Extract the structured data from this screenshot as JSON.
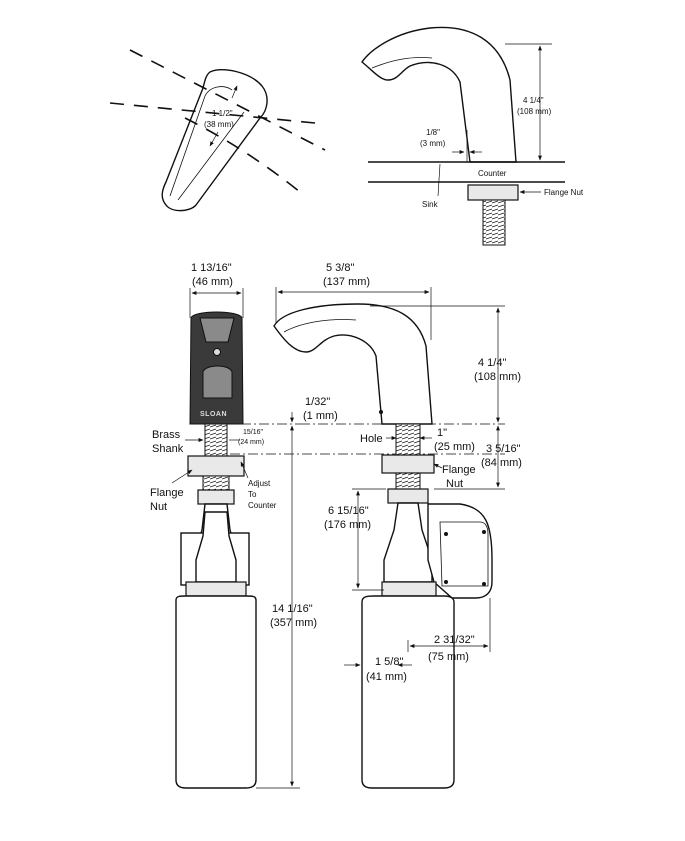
{
  "top_left": {
    "spray_dim": "1 1/2\"",
    "spray_dim_mm": "(38 mm)"
  },
  "top_right": {
    "height_dim": "4 1/4\"",
    "height_dim_mm": "(108 mm)",
    "gap_dim": "1/8\"",
    "gap_dim_mm": "(3 mm)",
    "counter_label": "Counter",
    "sink_label": "Sink",
    "flange_nut_label": "Flange Nut"
  },
  "front_view": {
    "width_dim": "1 13/16\"",
    "width_dim_mm": "(46 mm)",
    "brand": "SLOAN",
    "brass_label": "Brass",
    "shank_label": "Shank",
    "shank_dim": "15/16\"",
    "shank_dim_mm": "(24 mm)",
    "flange_label": "Flange",
    "nut_label": "Nut",
    "adjust_label": "Adjust",
    "to_label": "To",
    "counter_label": "Counter",
    "overall_dim": "14 1/16\"",
    "overall_dim_mm": "(357 mm)"
  },
  "side_view": {
    "reach_dim": "5 3/8\"",
    "reach_dim_mm": "(137 mm)",
    "height_dim": "4 1/4\"",
    "height_dim_mm": "(108 mm)",
    "base_dim": "1/32\"",
    "base_dim_mm": "(1 mm)",
    "hole_label": "Hole",
    "hole_dim": "1\"",
    "hole_dim_mm": "(25 mm)",
    "shank_dim": "3 5/16\"",
    "shank_dim_mm": "(84 mm)",
    "flange_label": "Flange",
    "nut_label": "Nut",
    "pump_dim": "6 15/16\"",
    "pump_dim_mm": "(176 mm)",
    "bracket_dim": "2 31/32\"",
    "bracket_dim_mm": "(75 mm)",
    "bottle_dim": "1 5/8\"",
    "bottle_dim_mm": "(41 mm)"
  }
}
